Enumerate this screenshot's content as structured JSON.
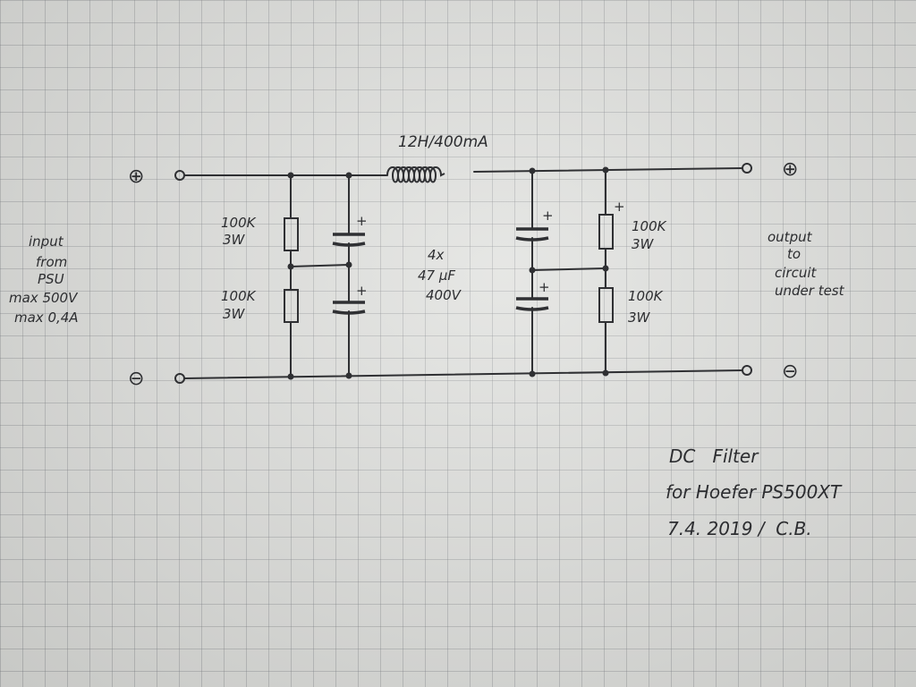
{
  "inductor": {
    "label": "12H/400mA"
  },
  "resistors": {
    "r1": [
      "100K",
      "3W"
    ],
    "r2": [
      "100K",
      "3W"
    ],
    "r3": [
      "100K",
      "3W"
    ],
    "r4": [
      "100K",
      "3W"
    ]
  },
  "capacitors": {
    "polarity_mark": "+",
    "label": [
      "4x",
      "47 µF",
      "400V"
    ]
  },
  "terminals": {
    "in_pos": "⊕",
    "in_neg": "⊖",
    "out_pos": "⊕",
    "out_neg": "⊖"
  },
  "input_note": [
    "input",
    "from",
    "PSU",
    "max 500V",
    "max 0,4A"
  ],
  "output_note": [
    "output",
    "to",
    "circuit",
    "under test"
  ],
  "title_block": [
    "DC   Filter",
    "for Hoefer PS500XT",
    "7.4. 2019 /  C.B."
  ]
}
